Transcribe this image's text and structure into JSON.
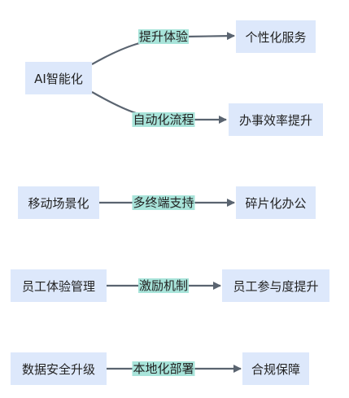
{
  "nodes": {
    "ai": "AI智能化",
    "personalized_service": "个性化服务",
    "office_efficiency": "办事效率提升",
    "mobile_scene": "移动场景化",
    "fragmented_office": "碎片化办公",
    "employee_experience": "员工体验管理",
    "employee_engagement": "员工参与度提升",
    "data_security": "数据安全升级",
    "compliance": "合规保障"
  },
  "edges": {
    "improve_experience": "提升体验",
    "automation": "自动化流程",
    "multi_terminal": "多终端支持",
    "incentive": "激励机制",
    "localized_deployment": "本地化部署"
  },
  "colors": {
    "node_fill": "#dde8fb",
    "label_fill": "#a8e4da",
    "edge_stroke": "#5a6470"
  }
}
